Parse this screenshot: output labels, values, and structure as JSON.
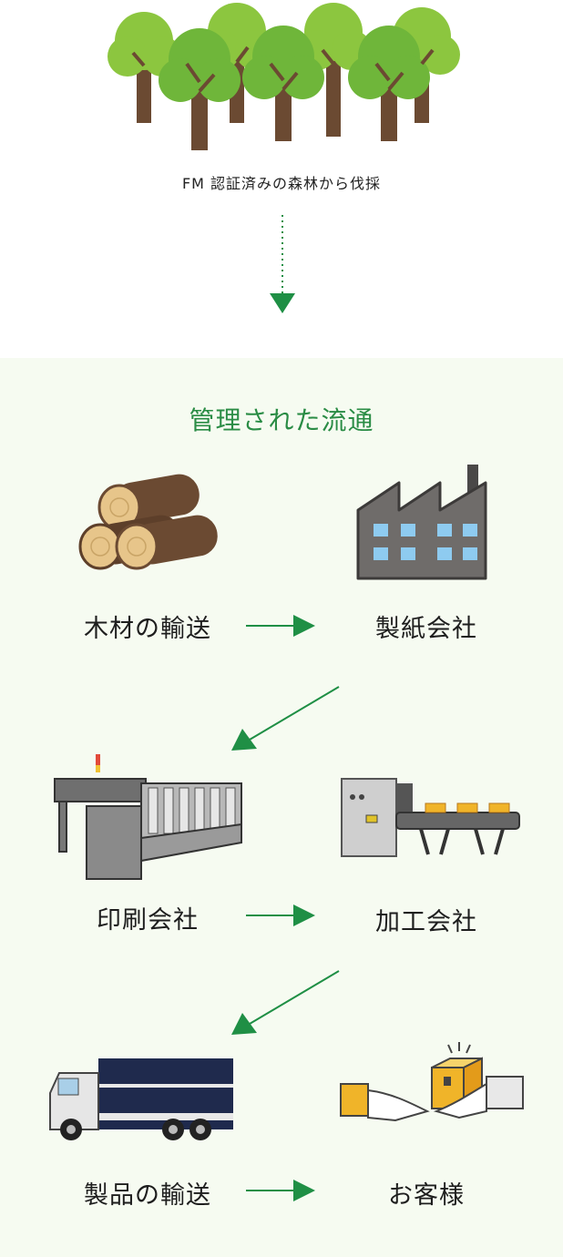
{
  "forest": {
    "caption": "FM 認証済みの森林から伐採"
  },
  "flow": {
    "title": "管理された流通",
    "steps": [
      {
        "label": "木材の輸送",
        "icon": "logs-icon"
      },
      {
        "label": "製紙会社",
        "icon": "factory-icon"
      },
      {
        "label": "印刷会社",
        "icon": "printing-press-icon"
      },
      {
        "label": "加工会社",
        "icon": "conveyor-icon"
      },
      {
        "label": "製品の輸送",
        "icon": "truck-icon"
      },
      {
        "label": "お客様",
        "icon": "handover-box-icon"
      }
    ]
  },
  "colors": {
    "accent": "#1f8f45",
    "panel_bg": "#f6fbf1",
    "factory": "#6f6c6a",
    "window": "#8ecbf0",
    "log": "#6b4a32"
  }
}
